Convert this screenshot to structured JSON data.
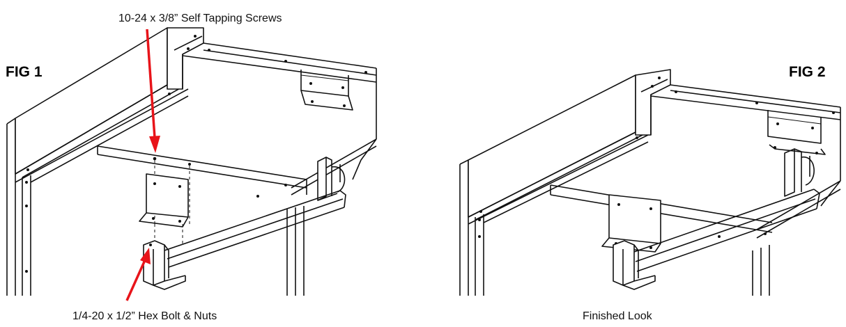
{
  "figures": {
    "fig1": {
      "label": "FIG 1",
      "callout_top": "10-24 x 3/8” Self Tapping Screws",
      "callout_bottom": "1/4-20 x 1/2” Hex Bolt & Nuts"
    },
    "fig2": {
      "label": "FIG 2",
      "caption": "Finished Look"
    }
  },
  "colors": {
    "arrow": "#e8141a",
    "line": "#111111",
    "background": "#ffffff"
  }
}
